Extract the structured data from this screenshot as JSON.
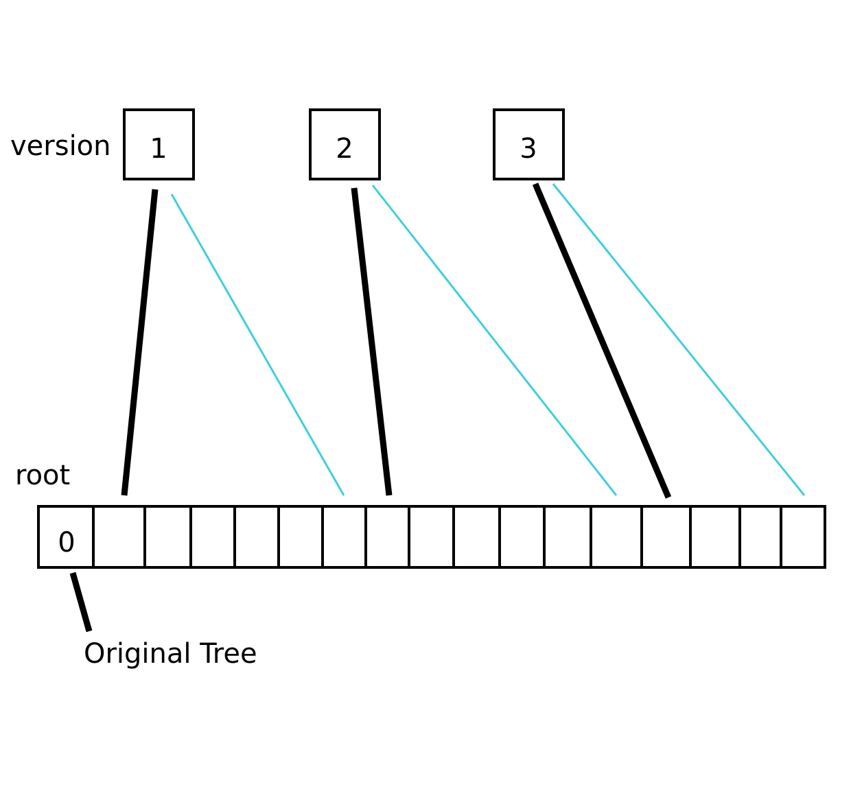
{
  "diagram": {
    "labels": {
      "version": "version",
      "root": "root",
      "original_tree": "Original Tree"
    },
    "versions": [
      {
        "label": "1",
        "points_to_root_index": 1,
        "second_link_to_root_index": 6
      },
      {
        "label": "2",
        "points_to_root_index": 7,
        "second_link_to_root_index": 12
      },
      {
        "label": "3",
        "points_to_root_index": 13,
        "second_link_to_root_index": 16
      }
    ],
    "root_array": {
      "first_cell_label": "0",
      "cell_count": 17
    },
    "colors": {
      "stroke": "#000000",
      "secondary_link": "#3fcfdc",
      "background": "#ffffff"
    }
  }
}
